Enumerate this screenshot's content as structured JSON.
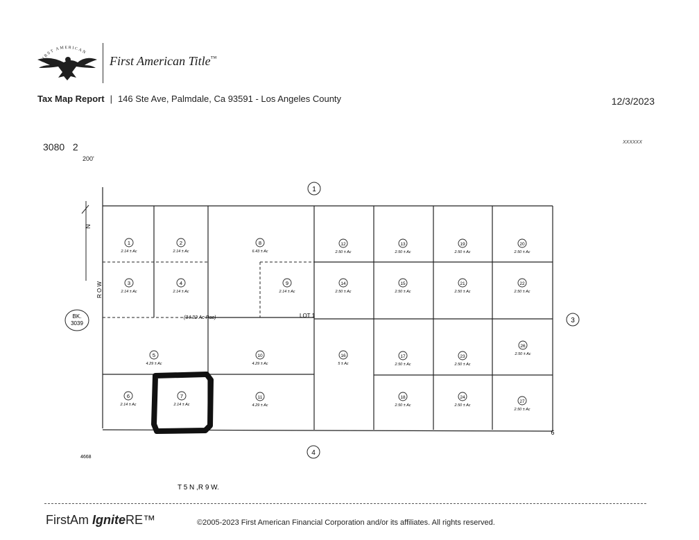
{
  "header": {
    "brand_name": "First American Title",
    "trademark": "™",
    "seal_text": "FIRST AMERICAN"
  },
  "report": {
    "title": "Tax Map Report",
    "address": "146 Ste Ave, Palmdale, Ca 93591 - Los Angeles County",
    "date": "12/3/2023"
  },
  "map": {
    "map_number": "3080",
    "sheet": "2",
    "scale": "200'",
    "corner_note": "XXXXXX",
    "north_label": "N",
    "row_label": "R O W",
    "book_ref": "BK.\n3039",
    "book_ref_line1": "BK.",
    "book_ref_line2": "3039",
    "lot_label": "LOT  1",
    "acreage_note": "(34.32  Ac Rac)",
    "bottom_left_number": "4668",
    "township": "T 5 N ,R 9 W.",
    "edge_circles": [
      "1",
      "3",
      "4"
    ],
    "corner_number": "6",
    "parcels": [
      {
        "id": "1",
        "acres": "2.14 ± Ac"
      },
      {
        "id": "2",
        "acres": "2.14 ± Ac"
      },
      {
        "id": "3",
        "acres": "2.14 ± Ac"
      },
      {
        "id": "4",
        "acres": "2.14 ± Ac"
      },
      {
        "id": "5",
        "acres": "4.29 ± Ac"
      },
      {
        "id": "6",
        "acres": "2.14 ± Ac"
      },
      {
        "id": "7",
        "acres": "2.14 ± Ac"
      },
      {
        "id": "8",
        "acres": "6.43 ± Ac"
      },
      {
        "id": "9",
        "acres": "2.14 ± Ac"
      },
      {
        "id": "10",
        "acres": "4.29 ± Ac"
      },
      {
        "id": "11",
        "acres": "4.29 ± Ac"
      },
      {
        "id": "12",
        "acres": "2.50 ± Ac"
      },
      {
        "id": "13",
        "acres": "2.50 ± Ac"
      },
      {
        "id": "14",
        "acres": "2.50 ± Ac"
      },
      {
        "id": "15",
        "acres": "2.50 ± Ac"
      },
      {
        "id": "16",
        "acres": "5 ± Ac"
      },
      {
        "id": "17",
        "acres": "2.50 ± Ac"
      },
      {
        "id": "18",
        "acres": "2.50 ± Ac"
      },
      {
        "id": "19",
        "acres": "2.50 ± Ac"
      },
      {
        "id": "20",
        "acres": "2.50 ± Ac"
      },
      {
        "id": "21",
        "acres": "2.50 ± Ac"
      },
      {
        "id": "22",
        "acres": "2.50 ± Ac"
      },
      {
        "id": "23",
        "acres": "2.50 ± Ac"
      },
      {
        "id": "24",
        "acres": "2.50 ± Ac"
      },
      {
        "id": "26",
        "acres": "2.50 ± Ac"
      },
      {
        "id": "27",
        "acres": "2.50 ± Ac"
      }
    ],
    "highlighted_parcel": "7"
  },
  "footer": {
    "brand_prefix": "FirstAm ",
    "brand_bold": "Ignite",
    "brand_suffix": "RE™",
    "copyright": "©2005-2023 First American Financial Corporation and/or its affiliates. All rights reserved."
  },
  "colors": {
    "ink": "#1a1a1a",
    "highlight": "#111111"
  }
}
